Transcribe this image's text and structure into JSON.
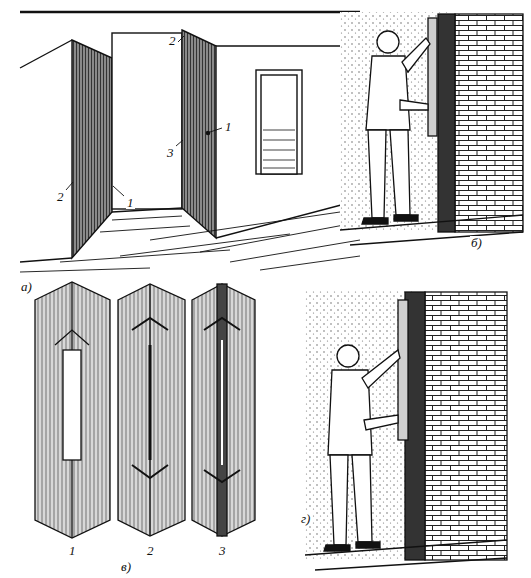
{
  "diagram": {
    "labels": [
      "2",
      "1",
      "2",
      "3",
      "1",
      "а)",
      "б)",
      "1",
      "2",
      "3",
      "в)",
      "г)"
    ]
  }
}
